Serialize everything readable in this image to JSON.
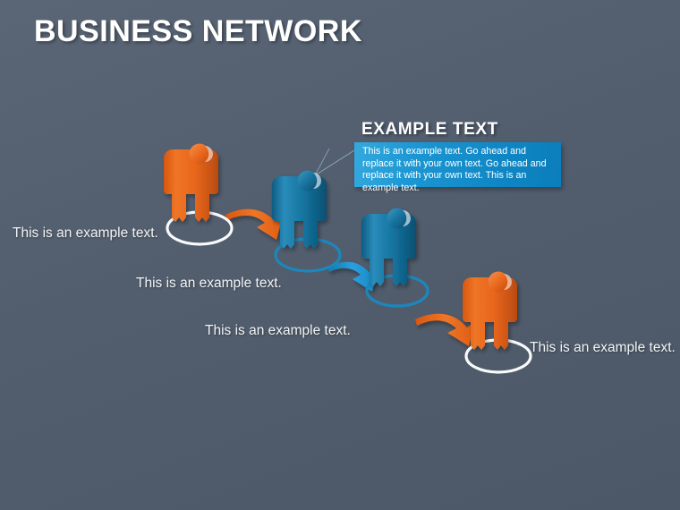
{
  "slide": {
    "title": "BUSINESS NETWORK",
    "background_color": "#525e6e"
  },
  "callout": {
    "heading": "EXAMPLE TEXT",
    "body": "This is an example text. Go ahead and replace it with your own text. Go ahead and replace it with your own text. This is an example text.",
    "box_color_light": "#34a9de",
    "box_color_dark": "#0b7ebb",
    "leader_line": true
  },
  "captions": [
    {
      "text": "This is an example text."
    },
    {
      "text": "This is an example text."
    },
    {
      "text": "This is an example text."
    },
    {
      "text": "This is an example text."
    }
  ],
  "diagram": {
    "type": "network-chain",
    "figure_colors": {
      "orange": "#e8661c",
      "orange_dark": "#c44f12",
      "blue": "#1679a8",
      "blue_dark": "#0f5e85"
    },
    "ring_colors": {
      "white": "#ffffff",
      "blue": "#1b87bd"
    },
    "arrow_colors": {
      "orange": "#e8661c",
      "blue": "#1b96d2"
    },
    "figures": [
      {
        "id": "person-1",
        "color": "orange",
        "ring": "white"
      },
      {
        "id": "person-2",
        "color": "blue",
        "ring": "blue"
      },
      {
        "id": "person-3",
        "color": "blue",
        "ring": "blue"
      },
      {
        "id": "person-4",
        "color": "orange",
        "ring": "white"
      }
    ],
    "arrows": [
      {
        "id": "arrow-1",
        "from": "person-1",
        "to": "person-2",
        "color": "orange"
      },
      {
        "id": "arrow-2",
        "from": "person-2",
        "to": "person-3",
        "color": "blue"
      },
      {
        "id": "arrow-3",
        "from": "person-3",
        "to": "person-4",
        "color": "orange"
      }
    ]
  }
}
